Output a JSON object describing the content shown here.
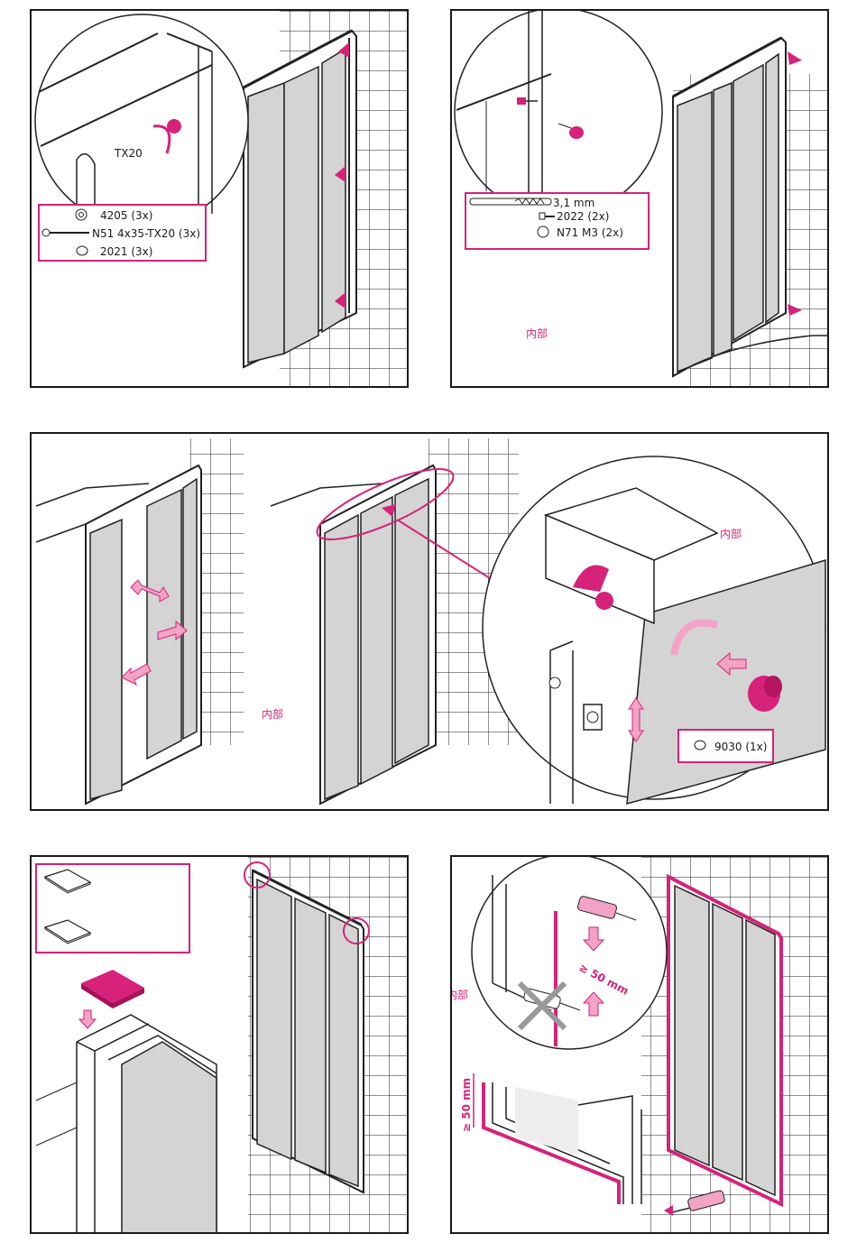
{
  "colors": {
    "accent": "#d6227a",
    "accent_light": "#f2a3c6",
    "line": "#1a1a1a",
    "glass": "#d4d4d4"
  },
  "panel1": {
    "tool_label": "TX20",
    "parts": [
      {
        "icon": "nut-icon",
        "text": "4205 (3x)"
      },
      {
        "icon": "screw-icon",
        "text": "N51 4x35-TX20 (3x)"
      },
      {
        "icon": "cap-icon",
        "text": "2021 (3x)"
      }
    ]
  },
  "panel2": {
    "parts": [
      {
        "icon": "drill-bit-icon",
        "text": "3,1 mm"
      },
      {
        "icon": "screw-icon",
        "text": "2022 (2x)"
      },
      {
        "icon": "cap-icon",
        "text": "N71 M3 (2x)"
      }
    ],
    "inside_label": "内部"
  },
  "panel3": {
    "inside_label_left": "内部",
    "inside_label_detail": "内部",
    "part": {
      "icon": "cap-icon",
      "text": "9030 (1x)"
    }
  },
  "panel5": {
    "inside_label": "内部",
    "distance_label": "≥ 50 mm",
    "distance_label_side": "≥ 50 mm"
  }
}
